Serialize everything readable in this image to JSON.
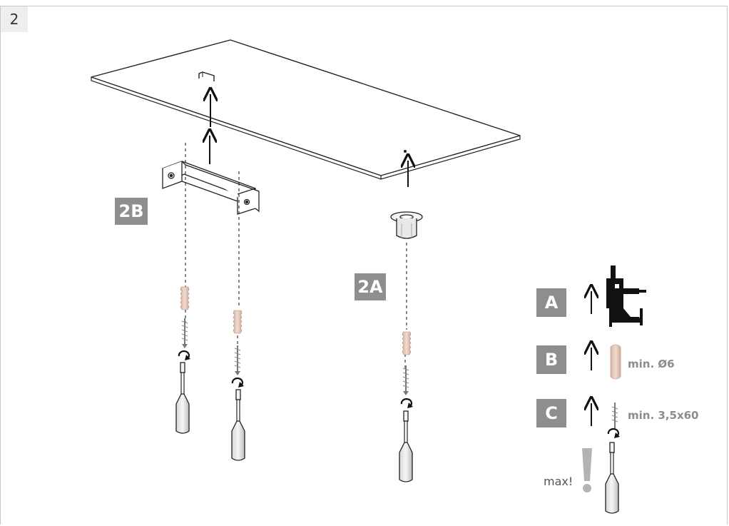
{
  "step_number": "2",
  "labels": {
    "sub_step_2b": "2B",
    "sub_step_2a": "2A"
  },
  "legend": {
    "a": {
      "letter": "A",
      "icon": "drill-icon"
    },
    "b": {
      "letter": "B",
      "icon": "wall-plug-icon",
      "note": "min. Ø6"
    },
    "c": {
      "letter": "C",
      "icon": "screw-icon",
      "note": "min. 3,5x60"
    },
    "warning": {
      "text": "max!",
      "icon": "exclamation-icon"
    }
  },
  "colors": {
    "badge": "#8e8e8e",
    "plug": "#e2c6b8",
    "line": "#222222",
    "legend_text": "#8c8c8c"
  }
}
